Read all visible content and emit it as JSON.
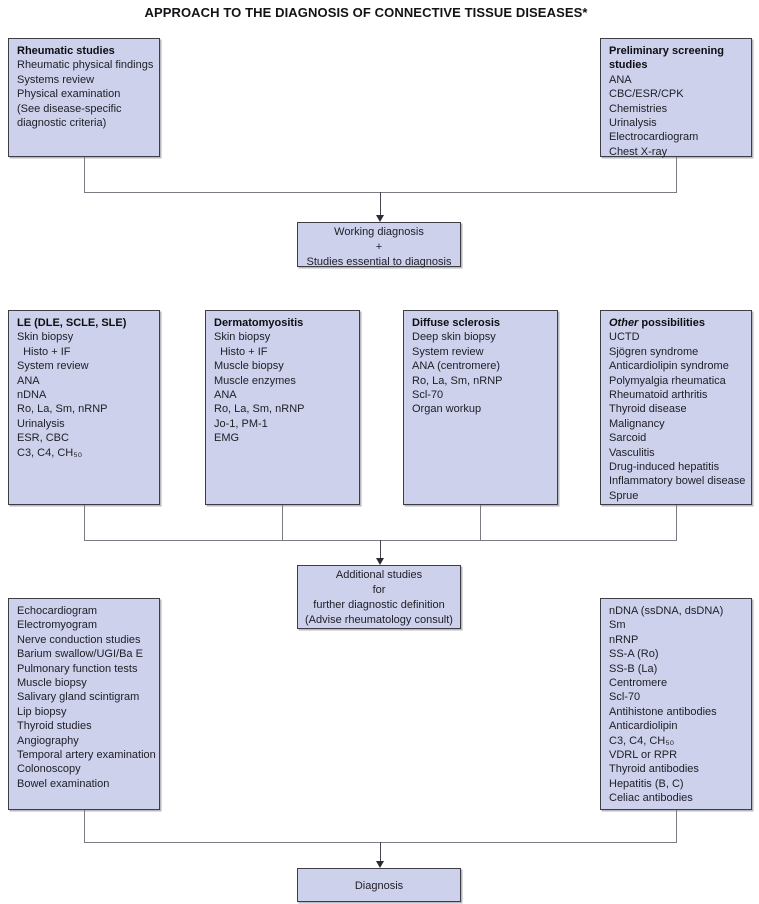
{
  "title": "APPROACH TO THE DIAGNOSIS OF CONNECTIVE TISSUE DISEASES*",
  "colors": {
    "box_fill": "#cdd1ec",
    "box_border": "#3d3d46",
    "connector_line": "#7b7b84",
    "text": "#202027"
  },
  "boxes": {
    "rheumatic_studies": {
      "heading": "Rheumatic studies",
      "lines": [
        "Rheumatic physical findings",
        "Systems review",
        "Physical examination",
        "(See disease-specific",
        "diagnostic criteria)"
      ]
    },
    "preliminary_screening": {
      "heading": "Preliminary screening studies",
      "lines": [
        "ANA",
        "CBC/ESR/CPK",
        "Chemistries",
        "Urinalysis",
        "Electrocardiogram",
        "Chest X-ray"
      ]
    },
    "working_diagnosis": {
      "lines": [
        "Working diagnosis",
        "+",
        "Studies essential to diagnosis"
      ]
    },
    "le": {
      "heading": "LE (DLE, SCLE, SLE)",
      "lines": [
        "Skin biopsy",
        "  Histo + IF",
        "System review",
        "ANA",
        "nDNA",
        "Ro, La, Sm, nRNP",
        "Urinalysis",
        "ESR, CBC",
        "C3, C4, CH₅₀"
      ]
    },
    "dermatomyositis": {
      "heading": "Dermatomyositis",
      "lines": [
        "Skin biopsy",
        "  Histo + IF",
        "Muscle biopsy",
        "Muscle enzymes",
        "ANA",
        "Ro, La, Sm, nRNP",
        "Jo-1, PM-1",
        "EMG"
      ]
    },
    "diffuse_sclerosis": {
      "heading": "Diffuse sclerosis",
      "lines": [
        "Deep skin biopsy",
        "System review",
        "ANA (centromere)",
        "Ro, La, Sm, nRNP",
        "Scl-70",
        "Organ workup"
      ]
    },
    "other_possibilities": {
      "heading_italic": "Other",
      "heading_rest": " possibilities",
      "lines": [
        "UCTD",
        "Sjögren syndrome",
        "Anticardiolipin syndrome",
        "Polymyalgia rheumatica",
        "Rheumatoid arthritis",
        "Thyroid disease",
        "Malignancy",
        "Sarcoid",
        "Vasculitis",
        "Drug-induced hepatitis",
        "Inflammatory bowel disease",
        "Sprue"
      ]
    },
    "additional_studies": {
      "lines": [
        "Additional studies",
        "for",
        "further diagnostic definition",
        "(Advise rheumatology consult)"
      ]
    },
    "procedures": {
      "lines": [
        "Echocardiogram",
        "Electromyogram",
        "Nerve conduction studies",
        "Barium swallow/UGI/Ba E",
        "Pulmonary function tests",
        "Muscle biopsy",
        "Salivary gland scintigram",
        "Lip biopsy",
        "Thyroid studies",
        "Angiography",
        "Temporal artery examination",
        "Colonoscopy",
        "Bowel examination"
      ]
    },
    "serologies": {
      "lines": [
        "nDNA (ssDNA, dsDNA)",
        "Sm",
        "nRNP",
        "SS-A (Ro)",
        "SS-B (La)",
        "Centromere",
        "Scl-70",
        "Antihistone antibodies",
        "Anticardiolipin",
        "C3, C4, CH₅₀",
        "VDRL or RPR",
        "Thyroid antibodies",
        "Hepatitis (B, C)",
        "Celiac antibodies"
      ]
    },
    "diagnosis": {
      "label": "Diagnosis"
    }
  }
}
